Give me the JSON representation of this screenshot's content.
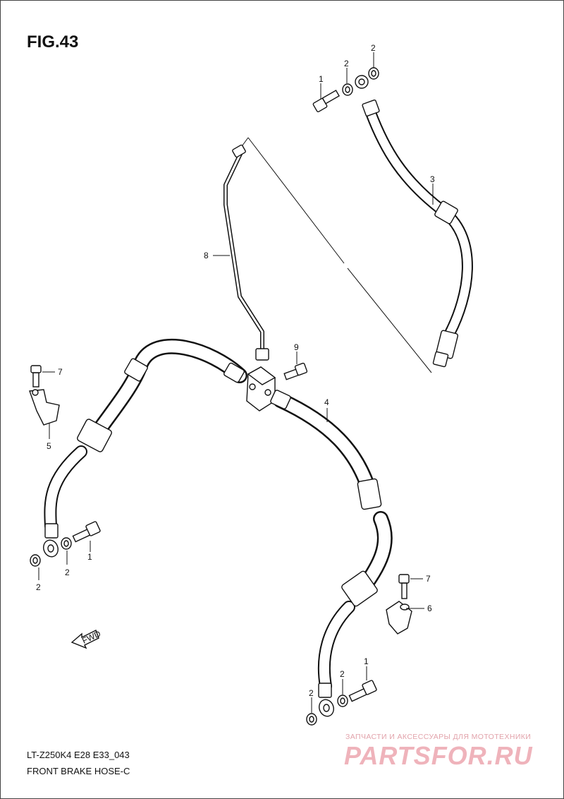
{
  "figure_title": "FIG.43",
  "footer": {
    "model_code": "LT-Z250K4 E28 E33_043",
    "caption": "FRONT BRAKE HOSE-C"
  },
  "watermark": {
    "line1": "ЗАПЧАСТИ И АКСЕССУАРЫ ДЛЯ МОТОТЕХНИКИ",
    "line2": "PARTSFOR.RU"
  },
  "callouts": {
    "c1_top": "1",
    "c2_top_a": "2",
    "c2_top_b": "2",
    "c3": "3",
    "c8": "8",
    "c9": "9",
    "c4": "4",
    "c7_left": "7",
    "c5": "5",
    "c1_left": "1",
    "c2_left_a": "2",
    "c2_left_b": "2",
    "c7_right": "7",
    "c6": "6",
    "c1_bottom": "1",
    "c2_bottom_a": "2",
    "c2_bottom_b": "2"
  },
  "fwd_label": "FWD",
  "colors": {
    "ink": "#111111",
    "watermark": "#efb3bb"
  }
}
